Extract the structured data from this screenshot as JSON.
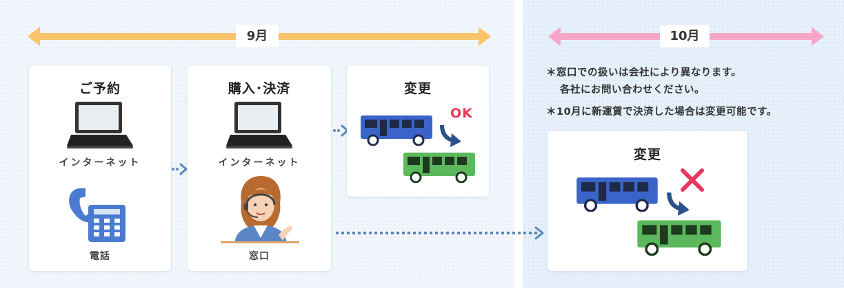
{
  "months": {
    "september": "9月",
    "october": "10月"
  },
  "colors": {
    "september_arrow": "#f9c46c",
    "october_arrow": "#f8a6c8",
    "flow_arrow": "#5a86b8",
    "bus_blue": "#3b64c8",
    "bus_green": "#5cb85c",
    "ok_red": "#e8375a"
  },
  "cards": {
    "reserve": {
      "title": "ご予約",
      "internet": "インターネット",
      "phone": "電話"
    },
    "purchase": {
      "title": "購入･決済",
      "internet": "インターネット",
      "counter": "窓口"
    },
    "change_sep": {
      "title": "変更",
      "ok": "OK"
    },
    "change_oct": {
      "title": "変更"
    }
  },
  "notes": {
    "line1": "＊窓口での扱いは会社により異なります。",
    "line2": "各社にお問い合わせください。",
    "line3": "＊10月に新運賃で決済した場合は変更可能です。"
  },
  "icons": [
    "laptop-icon",
    "phone-icon",
    "operator-icon",
    "bus-icon",
    "curved-arrow-icon",
    "cross-icon",
    "chevron-right-icon"
  ]
}
